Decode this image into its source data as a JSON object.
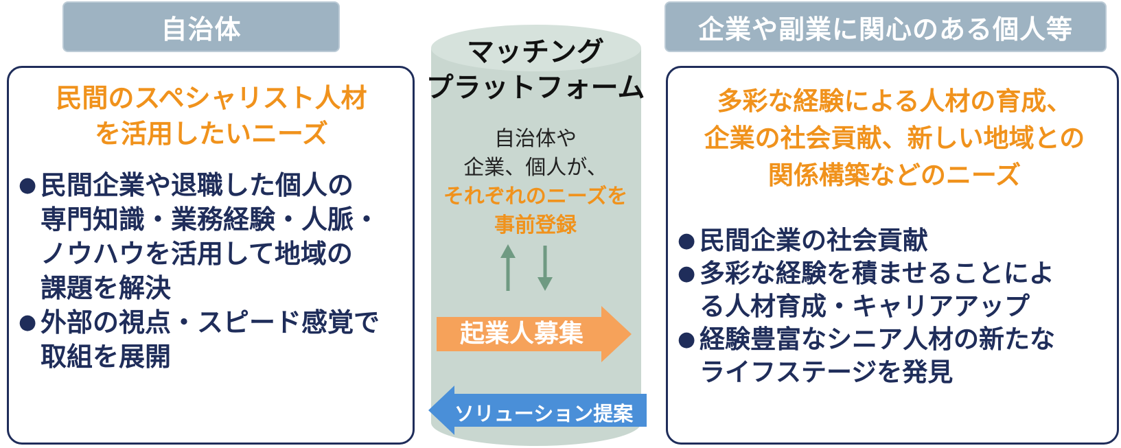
{
  "left": {
    "header": "自治体",
    "need_lines": [
      "民間のスペシャリスト人材",
      "を活用したいニーズ"
    ],
    "bullets": [
      {
        "marker": "●",
        "lines": [
          "民間企業や退職した個人の",
          "専門知識・業務経験・人脈・",
          "ノウハウを活用して地域の",
          "課題を解決"
        ]
      },
      {
        "marker": "●",
        "lines": [
          "外部の視点・スピード感覚で",
          "取組を展開"
        ]
      }
    ]
  },
  "right": {
    "header": "企業や副業に関心のある個人等",
    "need_lines": [
      "多彩な経験による人材の育成、",
      "企業の社会貢献、新しい地域との",
      "関係構築などのニーズ"
    ],
    "bullets": [
      {
        "marker": "●",
        "lines": [
          "民間企業の社会貢献"
        ]
      },
      {
        "marker": "●",
        "lines": [
          "多彩な経験を積ませることによ",
          "る人材育成・キャリアアップ"
        ]
      },
      {
        "marker": "●",
        "lines": [
          "経験豊富なシニア人材の新たな",
          "ライフステージを発見"
        ]
      }
    ]
  },
  "center": {
    "title_lines": [
      "マッチング",
      "プラットフォーム"
    ],
    "desc_lines": [
      "自治体や",
      "企業、個人が、"
    ],
    "highlight_lines": [
      "それぞれのニーズを",
      "事前登録"
    ],
    "recruit_label": "起業人募集",
    "solution_label": "ソリューション提案"
  },
  "colors": {
    "header_bg": "#9eb3c2",
    "panel_border": "#1f2d5a",
    "need_text": "#f0921c",
    "cylinder": "#c9d7d0",
    "recruit_arrow": "#f6a25a",
    "solution_arrow": "#4a8fd8",
    "small_arrows": "#6f9a82"
  }
}
